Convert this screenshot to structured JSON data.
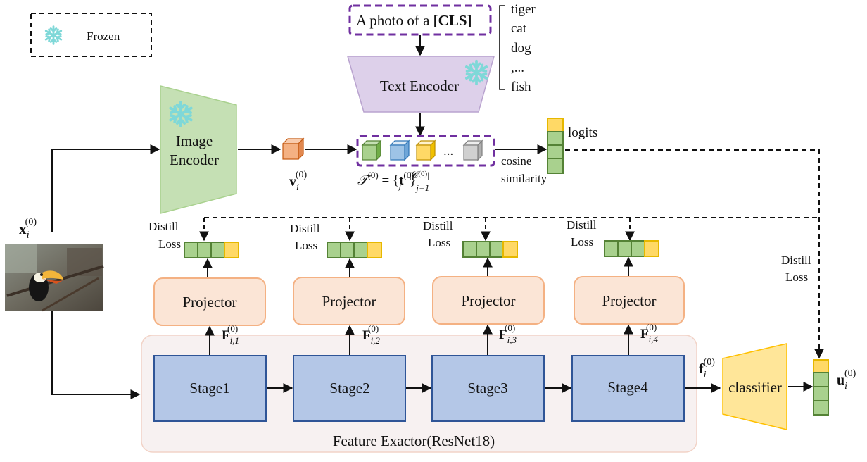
{
  "legend": {
    "frozen_label": "Frozen"
  },
  "prompt": {
    "prefix": "A photo of a ",
    "token": "[CLS]"
  },
  "class_names": [
    "tiger",
    "cat",
    "dog",
    ",...",
    "fish"
  ],
  "text_encoder": {
    "label": "Text Encoder"
  },
  "image_encoder": {
    "line1": "Image",
    "line2": "Encoder"
  },
  "text_features": {
    "ellipsis": "...",
    "formula": "𝒯⁽⁰⁾ = {t_j⁽⁰⁾}_{j=1}^{|𝒞⁽⁰⁾|}",
    "formula_lhs": "𝒯",
    "formula_t": "t",
    "formula_j": "j",
    "formula_sub": "j=1",
    "formula_sup": "|𝒞",
    "formula_sup_tail": "|",
    "zero": "(0)"
  },
  "cosine": {
    "line1": "cosine",
    "line2": "similarity"
  },
  "logits_label": "logits",
  "inputs": {
    "x": "x",
    "i": "i",
    "zero": "(0)"
  },
  "v_feature": {
    "base": "v",
    "sub": "i",
    "sup": "(0)"
  },
  "distill": {
    "line1": "Distill",
    "line2": "Loss"
  },
  "projector_label": "Projector",
  "stages": [
    {
      "label": "Stage1",
      "feat_sub": "i,1"
    },
    {
      "label": "Stage2",
      "feat_sub": "i,2"
    },
    {
      "label": "Stage3",
      "feat_sub": "i,3"
    },
    {
      "label": "Stage4",
      "feat_sub": "i,4"
    }
  ],
  "feat_base": "F",
  "feat_sup": "(0)",
  "f_final": {
    "base": "f",
    "sub": "i",
    "sup": "(0)"
  },
  "classifier_label": "classifier",
  "u_output": {
    "base": "u",
    "sub": "i",
    "sup": "(0)"
  },
  "backbone_label": "Feature Exactor(ResNet18)",
  "colors": {
    "green_fill": "#a9d18e",
    "green_stroke": "#548235",
    "yellow_fill": "#ffd966",
    "yellow_stroke": "#e6b800",
    "purple_dash": "#7030a0",
    "text_encoder_fill": "#ddd0ea",
    "image_encoder_fill": "#c5e0b4",
    "projector_fill": "#fbe5d6",
    "projector_stroke": "#f4b183",
    "stage_fill": "#b4c7e7",
    "stage_stroke": "#2f5597",
    "backbone_fill": "#f7f1f1",
    "classifier_fill": "#ffe699",
    "snow": "#7fd8d8",
    "orange_cube": "#f4b183",
    "blue_cube": "#9dc3e6",
    "gray_cube": "#d0d0d0"
  }
}
